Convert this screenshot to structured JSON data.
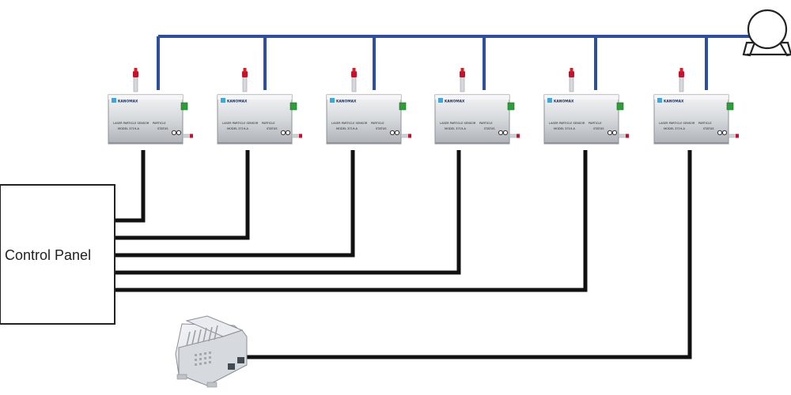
{
  "control_panel": {
    "label": "Control Panel"
  },
  "sensor": {
    "brand": "KANOMAX",
    "title_line1": "LASER PARTICLE SENSOR",
    "title_line2": "MODEL 3719-A",
    "port_label_1": "PARTICLE",
    "port_label_2": "STATUS"
  },
  "sensors": [
    {
      "name": "sensor-1"
    },
    {
      "name": "sensor-2"
    },
    {
      "name": "sensor-3"
    },
    {
      "name": "sensor-4"
    },
    {
      "name": "sensor-5"
    },
    {
      "name": "sensor-6"
    }
  ],
  "colors": {
    "vacuum_line": "#2c4fa3",
    "signal_line": "#111111",
    "sensor_body": "#c9ccd0",
    "brand_blue": "#3aa7e0",
    "connector_green": "#2e9d3a",
    "probe_red": "#c8102e"
  },
  "icons": {
    "pump": "pump-icon",
    "controller": "controller-module-icon"
  }
}
